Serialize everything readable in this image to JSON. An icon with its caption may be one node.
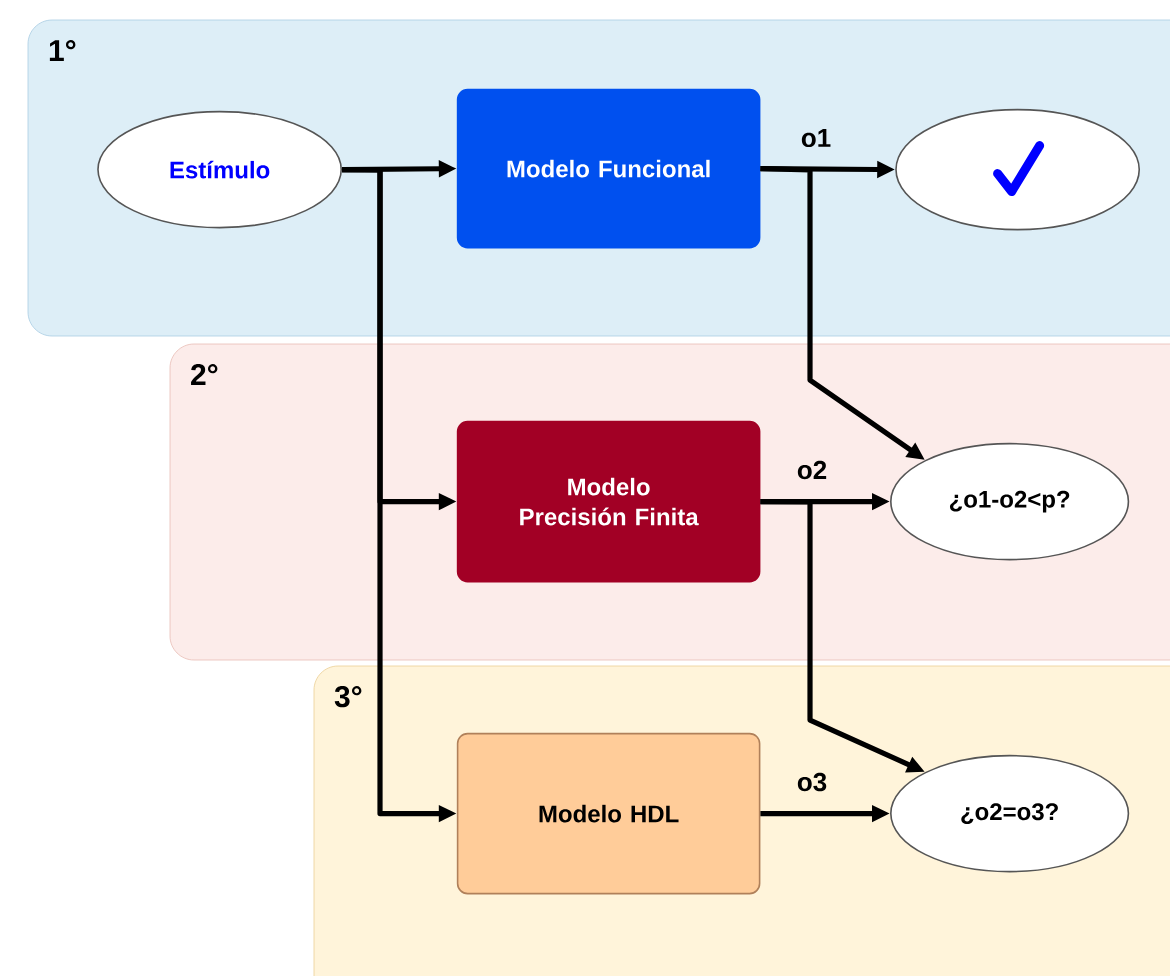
{
  "diagram": {
    "nodes": [
      {
        "text": [
          "1°"
        ]
      },
      {
        "text": [
          "2°"
        ]
      },
      {
        "text": [
          "3°"
        ]
      },
      {
        "text": [
          "Estímulo"
        ],
        "in": 0
      },
      {
        "text": [
          "Modelo Funcional"
        ],
        "in": 0
      },
      {
        "text": [],
        "shape": "ellipse",
        "in": 0
      },
      {
        "text": [
          "Modelo Precisión Finita"
        ],
        "in": 1
      },
      {
        "text": [
          "¿o1-o2<p?"
        ],
        "in": 1
      },
      {
        "text": [
          "Modelo HDL"
        ],
        "in": 2
      },
      {
        "text": [
          "¿o2=o3?"
        ],
        "in": 2
      }
    ],
    "edges": [
      {
        "from": 3,
        "to": 4,
        "arrow": "to"
      },
      {
        "from": 3,
        "to": 6,
        "arrow": "to"
      },
      {
        "from": 3,
        "to": 8,
        "arrow": "to"
      },
      {
        "from": 4,
        "to": 5,
        "arrow": "to",
        "label": "o1"
      },
      {
        "from": 4,
        "to": 7,
        "arrow": "to"
      },
      {
        "from": 6,
        "to": 7,
        "arrow": "to",
        "label": "o2"
      },
      {
        "from": 6,
        "to": 9,
        "arrow": "to"
      },
      {
        "from": 8,
        "to": 9,
        "arrow": "to",
        "label": "o3"
      }
    ]
  }
}
